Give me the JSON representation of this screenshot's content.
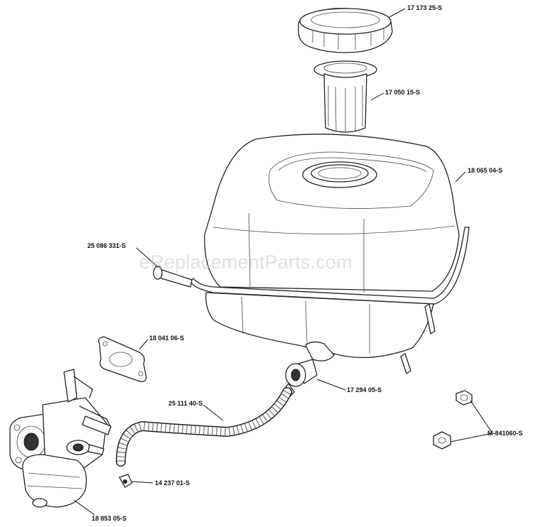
{
  "watermark": "eReplacementParts.com",
  "parts": [
    {
      "id": "cap",
      "number": "17 173 25-S"
    },
    {
      "id": "strainer",
      "number": "17 050 15-S"
    },
    {
      "id": "tank",
      "number": "18 065 04-S"
    },
    {
      "id": "fitting",
      "number": "25 086 331-S"
    },
    {
      "id": "gasket",
      "number": "18 041 06-S"
    },
    {
      "id": "valve",
      "number": "17 294 05-S"
    },
    {
      "id": "fuel-line",
      "number": "25 111 40-S"
    },
    {
      "id": "nut",
      "number": "M-841060-S"
    },
    {
      "id": "clamp",
      "number": "14 237 01-S"
    },
    {
      "id": "carburetor",
      "number": "18 853 05-S"
    }
  ]
}
